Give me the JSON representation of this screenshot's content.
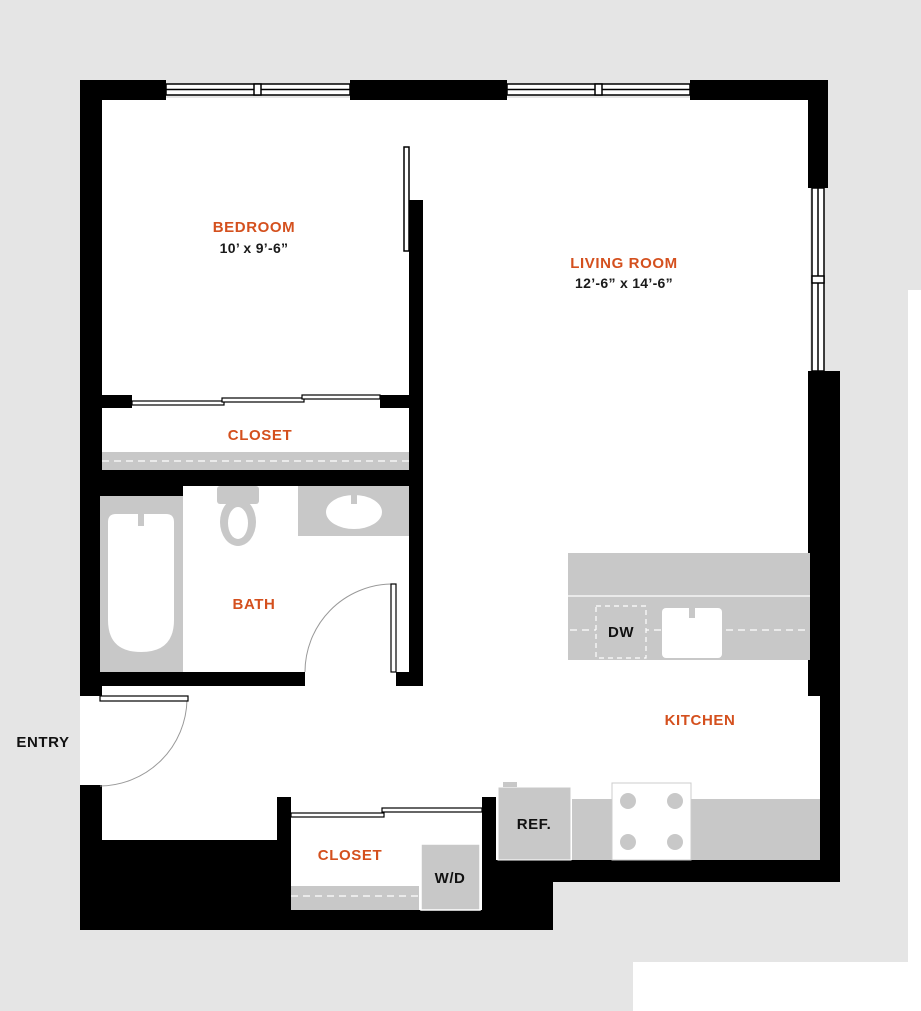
{
  "rooms": {
    "bedroom": {
      "name": "BEDROOM",
      "dimensions": "10’ x  9’-6”"
    },
    "living_room": {
      "name": "LIVING ROOM",
      "dimensions": "12’-6” x  14’-6”"
    },
    "bedroom_closet": {
      "name": "CLOSET"
    },
    "bath": {
      "name": "BATH"
    },
    "kitchen": {
      "name": "KITCHEN"
    },
    "entry_closet": {
      "name": "CLOSET"
    }
  },
  "labels": {
    "entry": "ENTRY",
    "dishwasher": "DW",
    "refrigerator": "REF.",
    "washer_dryer": "W/D"
  },
  "colors": {
    "wall": "#000000",
    "fixture": "#c8c8c8",
    "surround": "#e5e5e5",
    "room_label": "#d4501e"
  }
}
